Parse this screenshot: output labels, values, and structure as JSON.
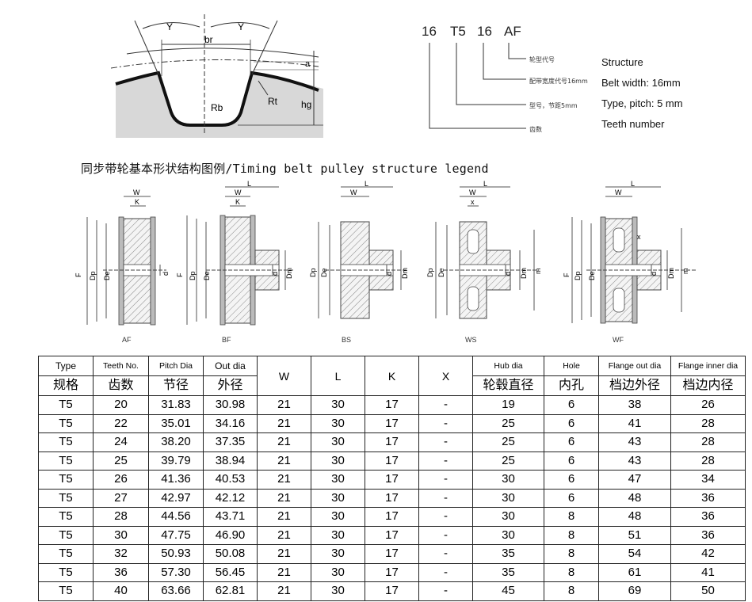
{
  "code": {
    "teeth": "16",
    "type": "T5",
    "width": "16",
    "form": "AF"
  },
  "code_notes": {
    "form_cn": "轮型代号",
    "width_cn": "配带宽度代号16mm",
    "type_cn": "型号，节距5mm",
    "teeth_cn": "齿数"
  },
  "code_notes_en": {
    "structure": "Structure",
    "belt_width": "Belt width: 16mm",
    "type_pitch": "Type, pitch: 5 mm",
    "teeth_number": "Teeth number"
  },
  "profile_labels": {
    "gamma_left": "Y",
    "gamma_right": "Y",
    "br": "br",
    "a": "a",
    "rb": "Rb",
    "rt": "Rt",
    "hg": "hg"
  },
  "legend_title": "同步带轮基本形状结构图例/Timing belt pulley structure legend",
  "variants": [
    {
      "code": "AF",
      "dims_top": [
        "W",
        "K"
      ],
      "dims_side": [
        "F",
        "Dp",
        "De",
        "d"
      ]
    },
    {
      "code": "BF",
      "dims_top": [
        "L",
        "W",
        "K"
      ],
      "dims_side": [
        "F",
        "Dp",
        "De",
        "d",
        "Dm"
      ]
    },
    {
      "code": "BS",
      "dims_top": [
        "L",
        "W"
      ],
      "dims_side": [
        "Dp",
        "De",
        "d",
        "Dm"
      ]
    },
    {
      "code": "WS",
      "dims_top": [
        "L",
        "W",
        "x"
      ],
      "dims_side": [
        "Dp",
        "De",
        "d",
        "Dm",
        "m"
      ]
    },
    {
      "code": "WF",
      "dims_top": [
        "L",
        "W"
      ],
      "dims_side": [
        "F",
        "Dp",
        "De",
        "x",
        "d",
        "Dm",
        "m"
      ]
    }
  ],
  "table": {
    "headers": [
      {
        "en": "Type",
        "cn": "规格"
      },
      {
        "en": "Teeth No.",
        "cn": "齿数"
      },
      {
        "en": "Pitch Dia",
        "cn": "节径"
      },
      {
        "en": "Out dia",
        "cn": "外径"
      },
      {
        "en": "W",
        "cn": ""
      },
      {
        "en": "L",
        "cn": ""
      },
      {
        "en": "K",
        "cn": ""
      },
      {
        "en": "X",
        "cn": ""
      },
      {
        "en": "Hub dia",
        "cn": "轮毂直径"
      },
      {
        "en": "Hole",
        "cn": "内孔"
      },
      {
        "en": "Flange out dia",
        "cn": "档边外径"
      },
      {
        "en": "Flange inner dia",
        "cn": "档边内径"
      }
    ],
    "rows": [
      [
        "T5",
        "20",
        "31.83",
        "30.98",
        "21",
        "30",
        "17",
        "-",
        "19",
        "6",
        "38",
        "26"
      ],
      [
        "T5",
        "22",
        "35.01",
        "34.16",
        "21",
        "30",
        "17",
        "-",
        "25",
        "6",
        "41",
        "28"
      ],
      [
        "T5",
        "24",
        "38.20",
        "37.35",
        "21",
        "30",
        "17",
        "-",
        "25",
        "6",
        "43",
        "28"
      ],
      [
        "T5",
        "25",
        "39.79",
        "38.94",
        "21",
        "30",
        "17",
        "-",
        "25",
        "6",
        "43",
        "28"
      ],
      [
        "T5",
        "26",
        "41.36",
        "40.53",
        "21",
        "30",
        "17",
        "-",
        "30",
        "6",
        "47",
        "34"
      ],
      [
        "T5",
        "27",
        "42.97",
        "42.12",
        "21",
        "30",
        "17",
        "-",
        "30",
        "6",
        "48",
        "36"
      ],
      [
        "T5",
        "28",
        "44.56",
        "43.71",
        "21",
        "30",
        "17",
        "-",
        "30",
        "8",
        "48",
        "36"
      ],
      [
        "T5",
        "30",
        "47.75",
        "46.90",
        "21",
        "30",
        "17",
        "-",
        "30",
        "8",
        "51",
        "36"
      ],
      [
        "T5",
        "32",
        "50.93",
        "50.08",
        "21",
        "30",
        "17",
        "-",
        "35",
        "8",
        "54",
        "42"
      ],
      [
        "T5",
        "36",
        "57.30",
        "56.45",
        "21",
        "30",
        "17",
        "-",
        "35",
        "8",
        "61",
        "41"
      ],
      [
        "T5",
        "40",
        "63.66",
        "62.81",
        "21",
        "30",
        "17",
        "-",
        "45",
        "8",
        "69",
        "50"
      ]
    ]
  }
}
